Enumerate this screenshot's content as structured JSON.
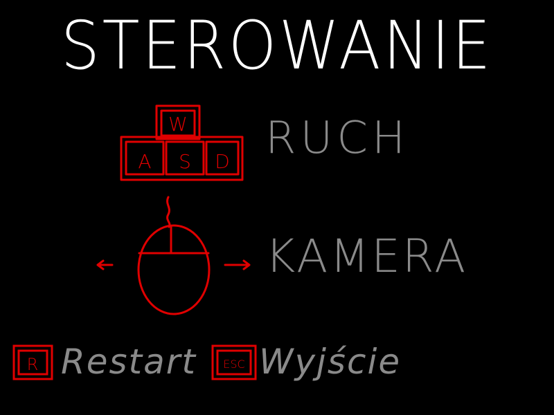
{
  "title": "STEROWANIE",
  "controls": {
    "movement": {
      "keys": [
        "W",
        "A",
        "S",
        "D"
      ],
      "label": "RUCH",
      "icon": "wasd-keys-icon"
    },
    "camera": {
      "label": "KAMERA",
      "icon": "mouse-icon"
    },
    "restart": {
      "key": "R",
      "label": "Restart",
      "icon": "r-key-icon"
    },
    "exit": {
      "key": "ESC",
      "label": "Wyjście",
      "icon": "esc-key-icon"
    }
  },
  "colors": {
    "background": "#000000",
    "title": "#ffffff",
    "labels": "#8a8a8a",
    "accent": "#e00000"
  }
}
